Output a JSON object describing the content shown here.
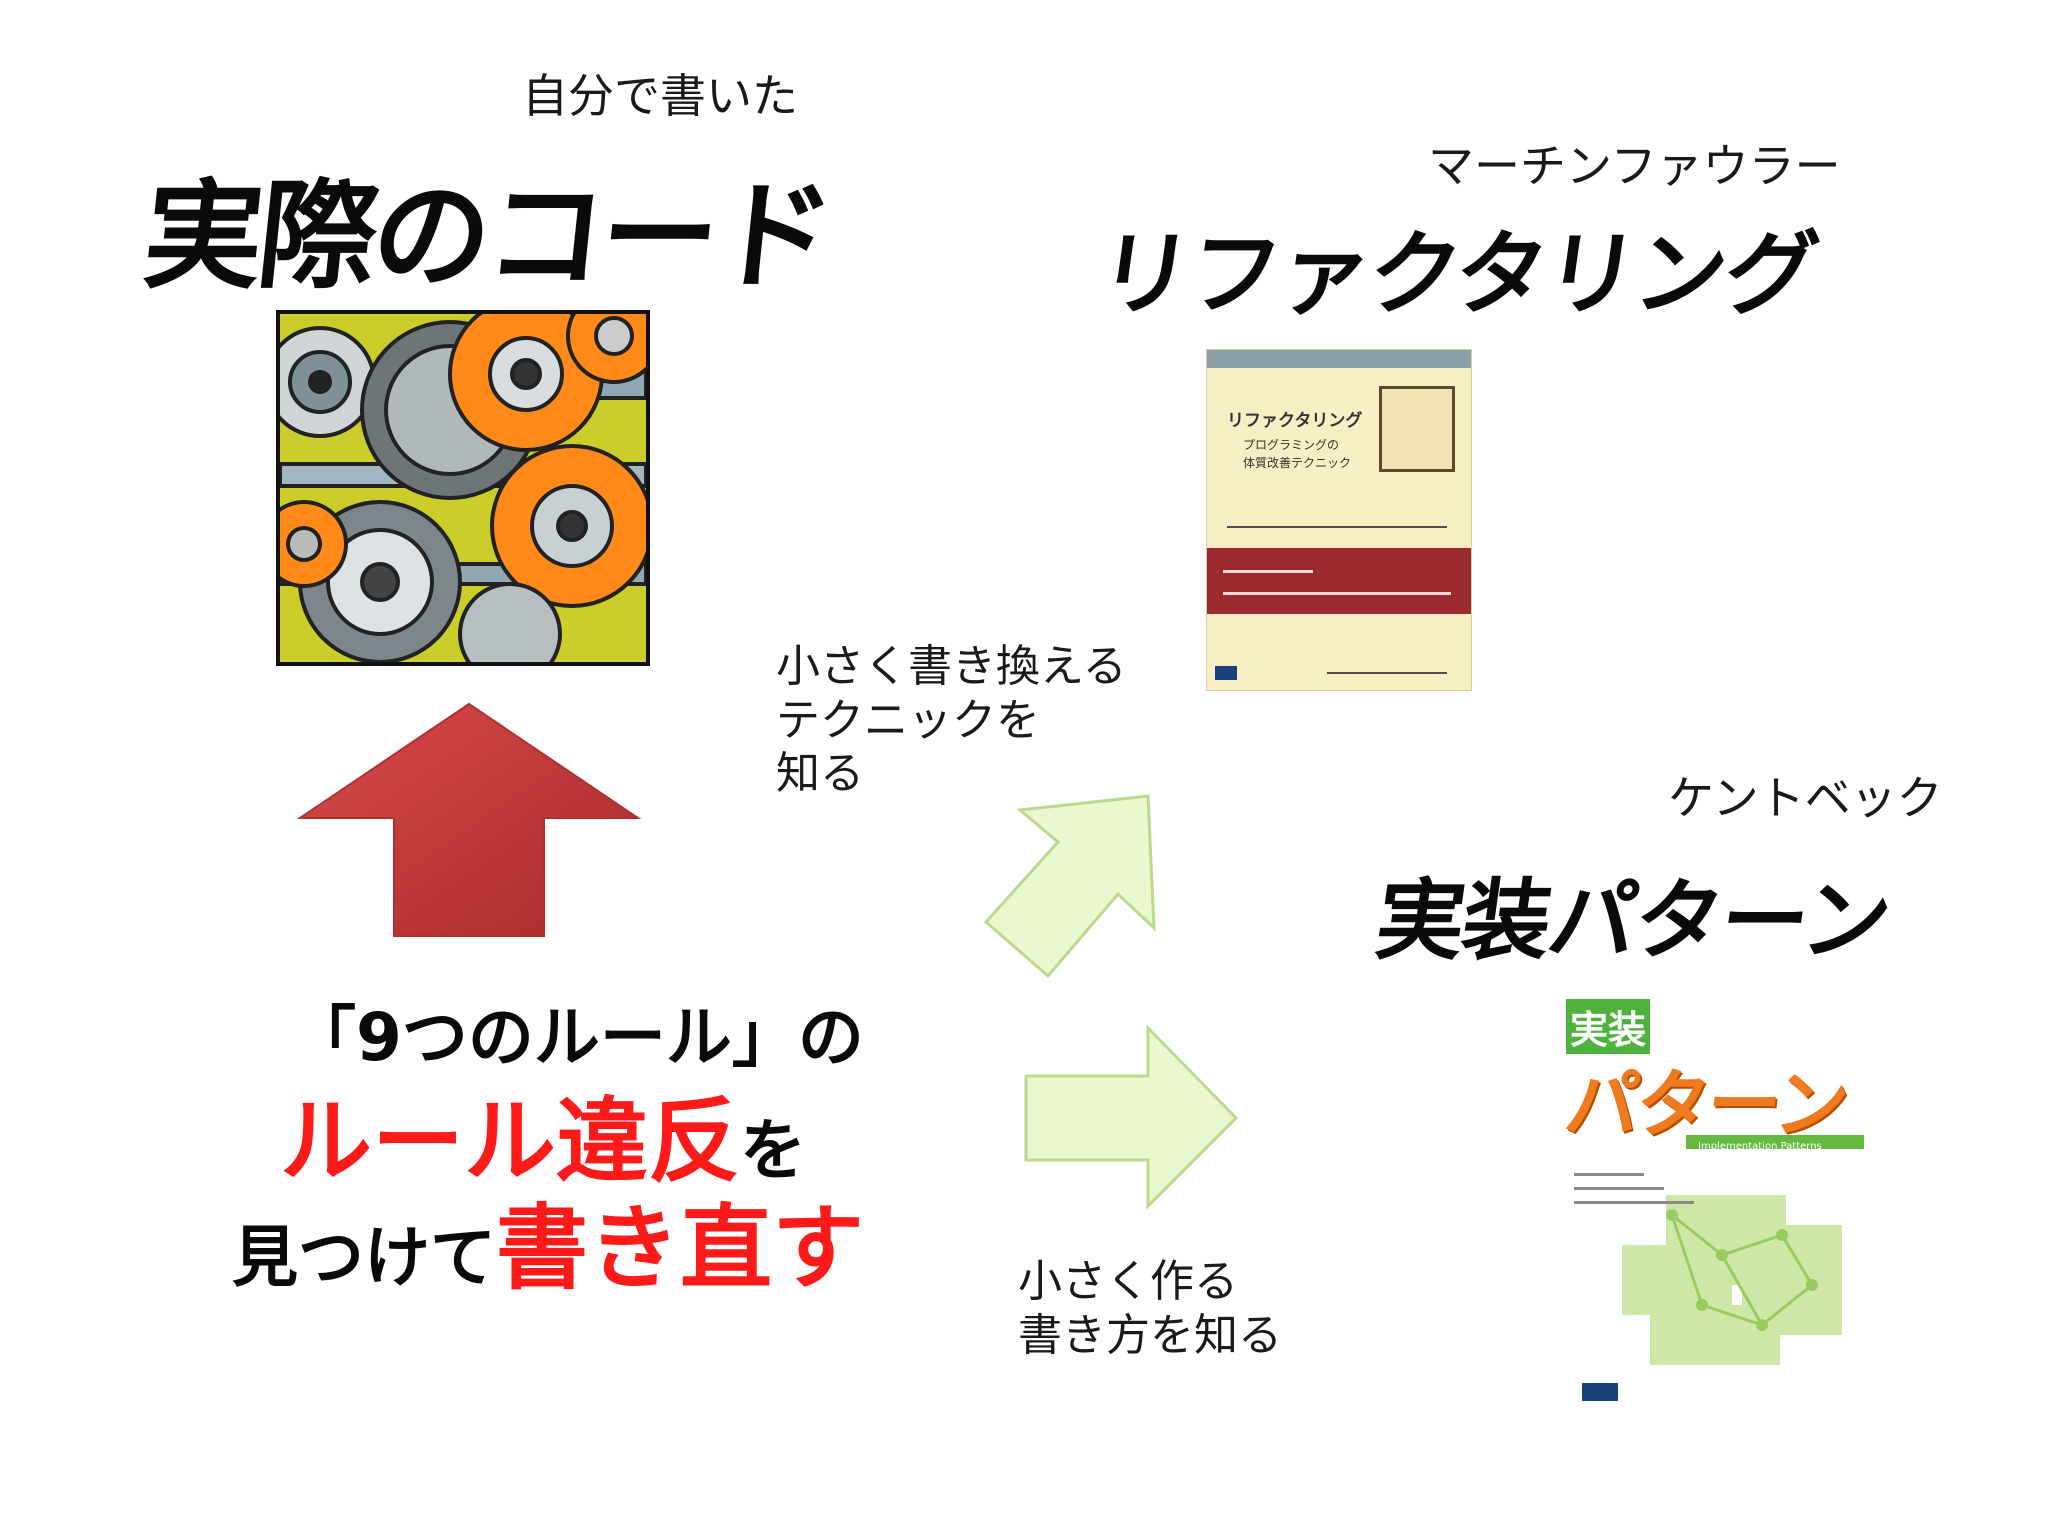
{
  "top_left": {
    "subtitle": "自分で書いた",
    "title": "実際のコード"
  },
  "top_right": {
    "author": "マーチンファウラー",
    "title": "リファクタリング"
  },
  "refactor_note": {
    "lines": [
      "小さく書き換える",
      "テクニックを",
      "知る"
    ]
  },
  "bottom_right": {
    "author": "ケントベック",
    "title": "実装パターン"
  },
  "impl_note": {
    "lines": [
      "小さく作る",
      "書き方を知る"
    ]
  },
  "rule_text": {
    "line1": "「9つのルール」の",
    "line2_red": "ルール違反",
    "line2_end": "を",
    "line3_start": "見つけて",
    "line3_red": "書き直す"
  },
  "book_refactoring": {
    "title": "リファクタリング",
    "subtitle_1": "プログラミングの",
    "subtitle_2": "体質改善テクニック"
  },
  "book_implementation_patterns": {
    "word_1": "実装",
    "word_2": "パターン",
    "bar_label": "Implementation Patterns"
  },
  "colors": {
    "up_arrow": "#c8383a",
    "green_arrow_fill": "#ebf7cf",
    "green_arrow_stroke": "#bcd98e",
    "red_text": "#ff1a1a",
    "orange_gear": "#ff8a1a",
    "olive_background": "#cbcd2a"
  }
}
